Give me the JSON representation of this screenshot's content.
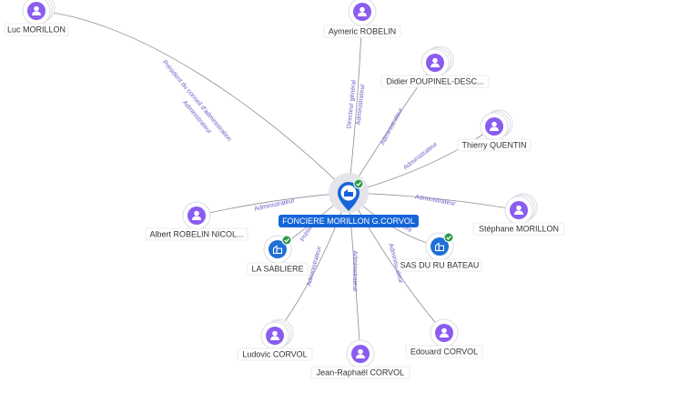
{
  "colors": {
    "person": "#8a5cf0",
    "company": "#1f6fd6",
    "center": "#1565d8",
    "edge": "#8c8c98",
    "edge_label": "#6b62c9",
    "verified": "#2e9a4a"
  },
  "center": {
    "label": "FONCIERE MORILLON G.CORVOL",
    "icon": "building-icon",
    "verified": true
  },
  "nodes": [
    {
      "id": "luc-morillon",
      "label": "Luc MORILLON",
      "type": "person",
      "icon": "user-icon"
    },
    {
      "id": "aymeric-robelin",
      "label": "Aymeric ROBELIN",
      "type": "person",
      "icon": "user-icon"
    },
    {
      "id": "didier-poupinel",
      "label": "Didier POUPINEL-DESC...",
      "type": "person",
      "icon": "user-icon"
    },
    {
      "id": "thierry-quentin",
      "label": "Thierry QUENTIN",
      "type": "person",
      "icon": "user-icon"
    },
    {
      "id": "stephane-morillon",
      "label": "Stéphane MORILLON",
      "type": "person",
      "icon": "user-icon"
    },
    {
      "id": "albert-robelin",
      "label": "Albert ROBELIN NICOL...",
      "type": "person",
      "icon": "user-icon"
    },
    {
      "id": "la-sabliere",
      "label": "LA SABLIERE",
      "type": "company",
      "icon": "building-icon",
      "verified": true
    },
    {
      "id": "sas-du-ru-bateau",
      "label": "SAS DU RU BATEAU",
      "type": "company",
      "icon": "building-icon",
      "verified": true
    },
    {
      "id": "ludovic-corvol",
      "label": "Ludovic CORVOL",
      "type": "person",
      "icon": "user-icon"
    },
    {
      "id": "jean-raphael-corvol",
      "label": "Jean-Raphaël CORVOL",
      "type": "person",
      "icon": "user-icon"
    },
    {
      "id": "edouard-corvol",
      "label": "Edouard CORVOL",
      "type": "person",
      "icon": "user-icon"
    }
  ],
  "edges": [
    {
      "to": "luc-morillon",
      "labels": [
        "Président du conseil d'administration",
        "Administrateur"
      ]
    },
    {
      "to": "aymeric-robelin",
      "labels": [
        "Directeur général",
        "Administrateur"
      ]
    },
    {
      "to": "didier-poupinel",
      "labels": [
        "Administrateur"
      ]
    },
    {
      "to": "thierry-quentin",
      "labels": [
        "Administrateur"
      ]
    },
    {
      "to": "stephane-morillon",
      "labels": [
        "Administrateur"
      ]
    },
    {
      "to": "albert-robelin",
      "labels": [
        "Administrateur"
      ]
    },
    {
      "to": "la-sabliere",
      "labels": [
        "Président"
      ]
    },
    {
      "to": "sas-du-ru-bateau",
      "labels": [
        "Président"
      ]
    },
    {
      "to": "ludovic-corvol",
      "labels": [
        "Administrateur"
      ]
    },
    {
      "to": "jean-raphael-corvol",
      "labels": [
        "Administrateur"
      ]
    },
    {
      "to": "edouard-corvol",
      "labels": [
        "Administrateur"
      ]
    }
  ]
}
